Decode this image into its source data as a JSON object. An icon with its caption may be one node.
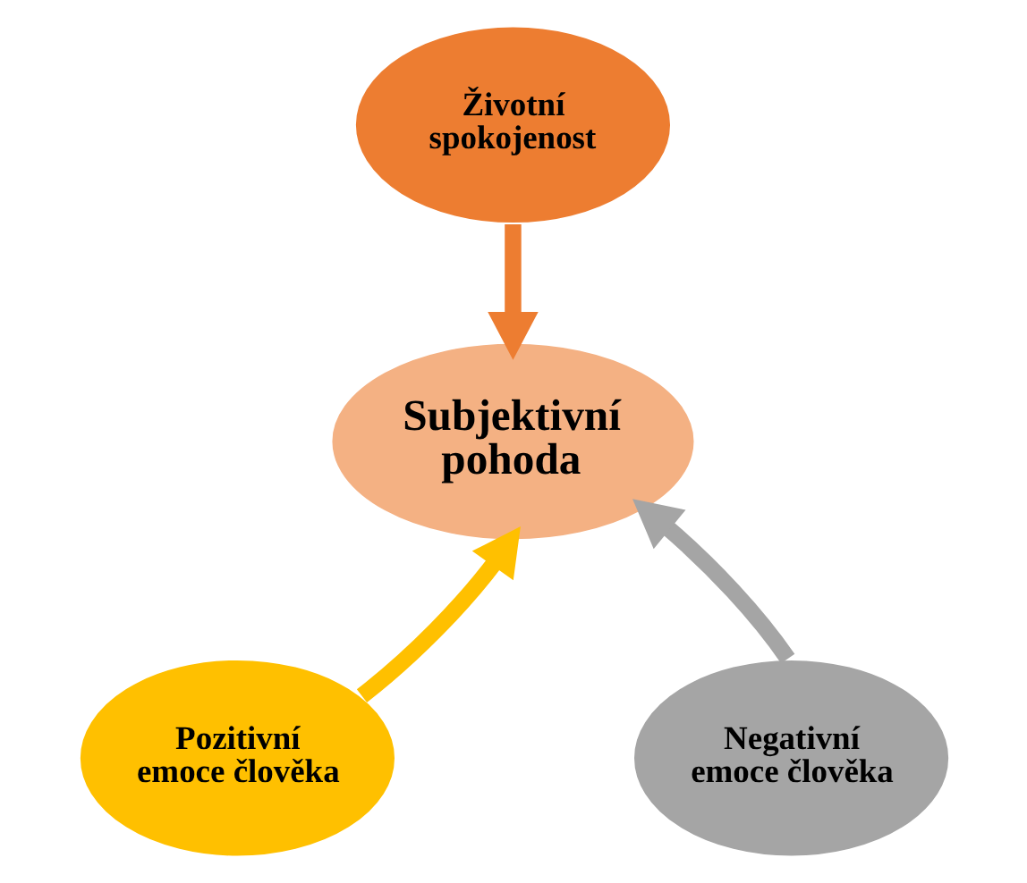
{
  "diagram": {
    "nodes": [
      {
        "text": [
          "Životní spokojenost"
        ]
      },
      {
        "text": [
          "Subjektivní pohoda"
        ]
      },
      {
        "text": [
          "Pozitivní emoce člověka"
        ]
      },
      {
        "text": [
          "Negativní emoce člověka"
        ]
      }
    ],
    "edges": [
      {
        "from": 0,
        "to": 1,
        "arrow": "to",
        "color": "#ed7d31"
      },
      {
        "from": 2,
        "to": 1,
        "arrow": "to",
        "color": "#ffc000"
      },
      {
        "from": 3,
        "to": 1,
        "arrow": "to",
        "color": "#a5a5a5"
      }
    ]
  }
}
